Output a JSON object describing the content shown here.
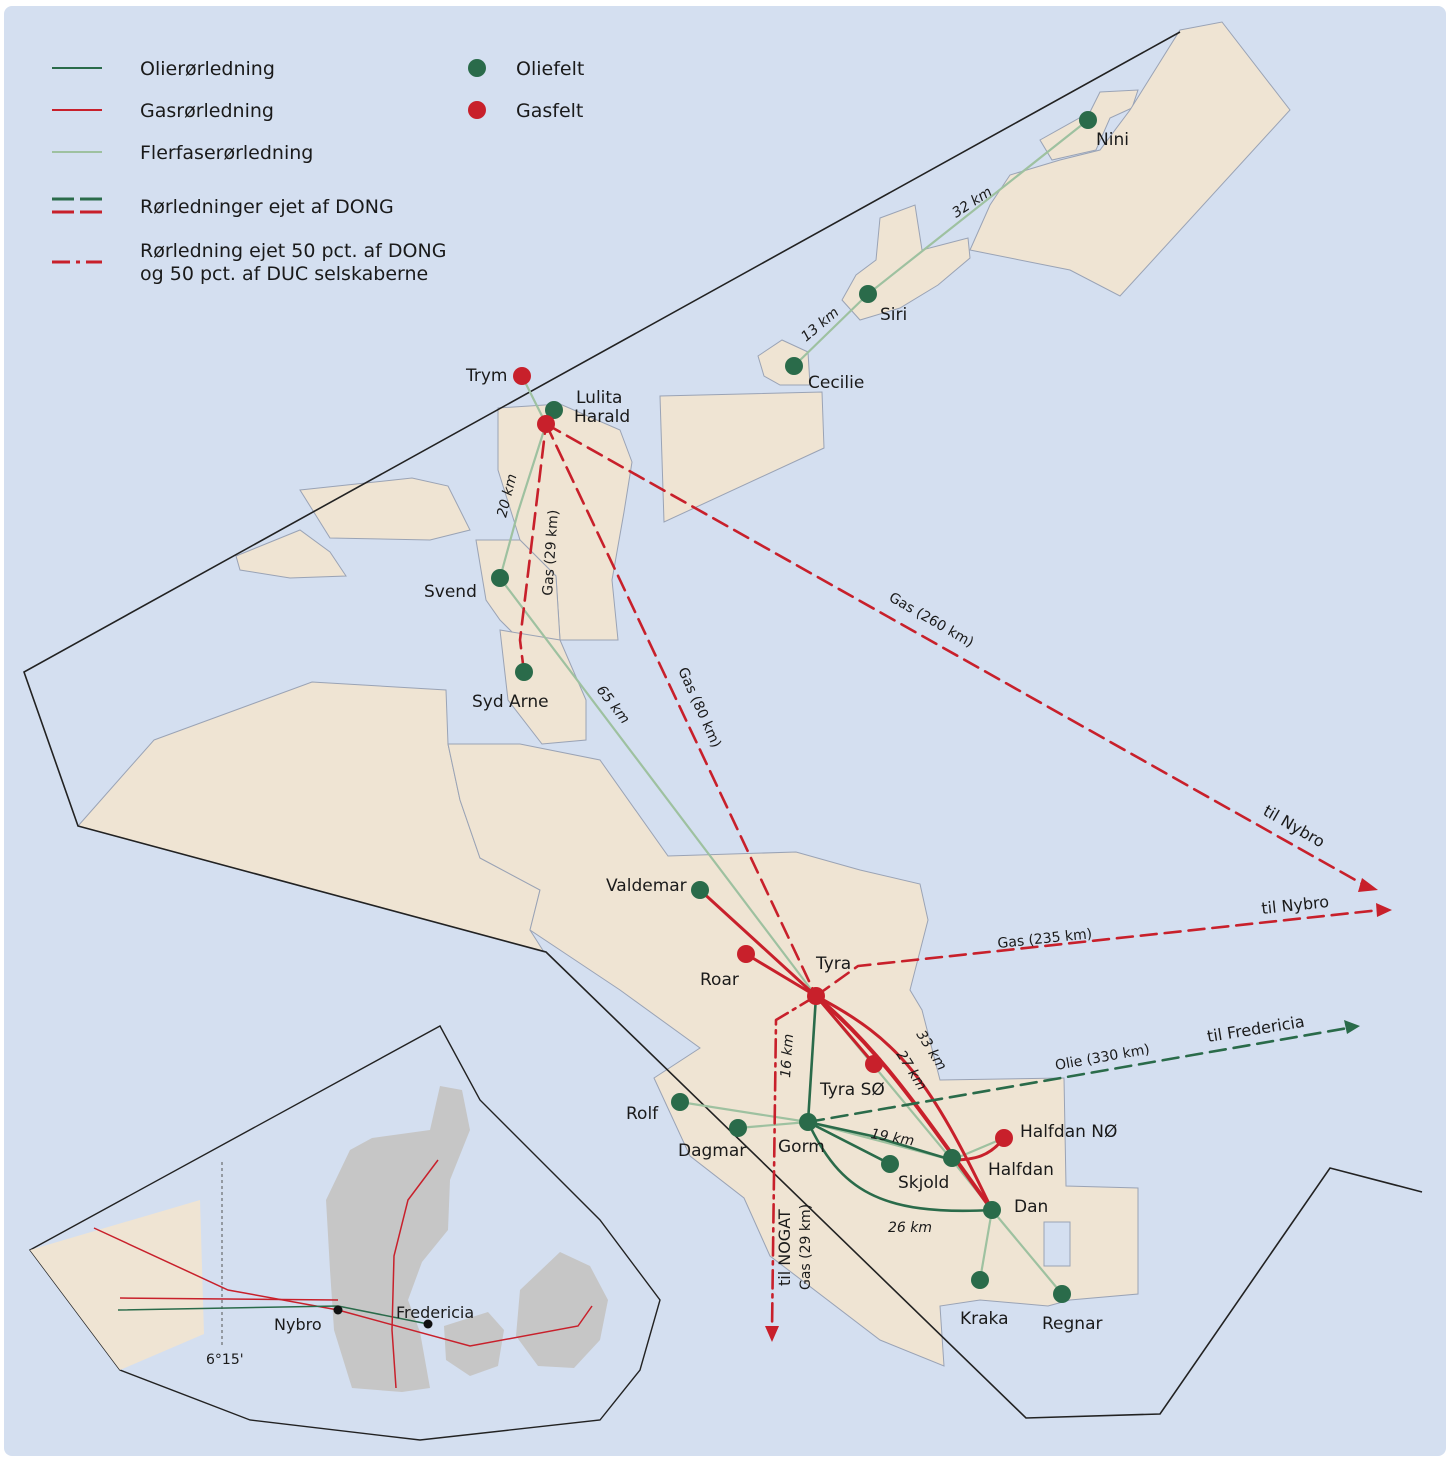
{
  "colors": {
    "sea": "#d4dff0",
    "licence_block": "#efe4d3",
    "oil": "#2a6b4a",
    "gas": "#c8202b",
    "multiphase": "#9ec1a0",
    "boundary": "#222222",
    "denmark_land": "#c6c6c6"
  },
  "legend": {
    "oil_pipeline": "Olierørledning",
    "gas_pipeline": "Gasrørledning",
    "multiphase_pipeline": "Flerfaserørledning",
    "dong_pipelines": "Rørledninger ejet af DONG",
    "shared_line1": "Rørledning ejet 50 pct. af DONG",
    "shared_line2": "og 50 pct. af DUC selskaberne",
    "oil_field": "Oliefelt",
    "gas_field": "Gasfelt"
  },
  "fields": {
    "nini": "Nini",
    "siri": "Siri",
    "cecilie": "Cecilie",
    "trym": "Trym",
    "lulita": "Lulita",
    "harald": "Harald",
    "svend": "Svend",
    "syd_arne": "Syd Arne",
    "valdemar": "Valdemar",
    "roar": "Roar",
    "tyra": "Tyra",
    "tyra_so": "Tyra SØ",
    "rolf": "Rolf",
    "dagmar": "Dagmar",
    "gorm": "Gorm",
    "skjold": "Skjold",
    "halfdan": "Halfdan",
    "halfdan_no": "Halfdan NØ",
    "dan": "Dan",
    "kraka": "Kraka",
    "regnar": "Regnar"
  },
  "distances": {
    "nini_siri": "32 km",
    "siri_cecilie": "13 km",
    "harald_svend": "20 km",
    "gas_syd_arne": "Gas (29 km)",
    "svend_tyra": "65 km",
    "gas_harald_tyra": "Gas (80 km)",
    "gas_harald_nybro": "Gas (260 km)",
    "gas_tyra_nybro": "Gas (235 km)",
    "oil_gorm_fredericia": "Olie (330 km)",
    "tyra_gorm": "16 km",
    "tyra_dan_33": "33 km",
    "tyra_dan_27": "27 km",
    "gorm_skjold": "19 km",
    "gorm_dan": "26 km",
    "gas_nogat": "Gas (29 km)"
  },
  "destinations": {
    "nybro_1": "til Nybro",
    "nybro_2": "til Nybro",
    "fredericia": "til Fredericia",
    "nogat": "til NOGAT"
  },
  "inset": {
    "nybro": "Nybro",
    "fredericia": "Fredericia",
    "longitude": "6°15'"
  }
}
